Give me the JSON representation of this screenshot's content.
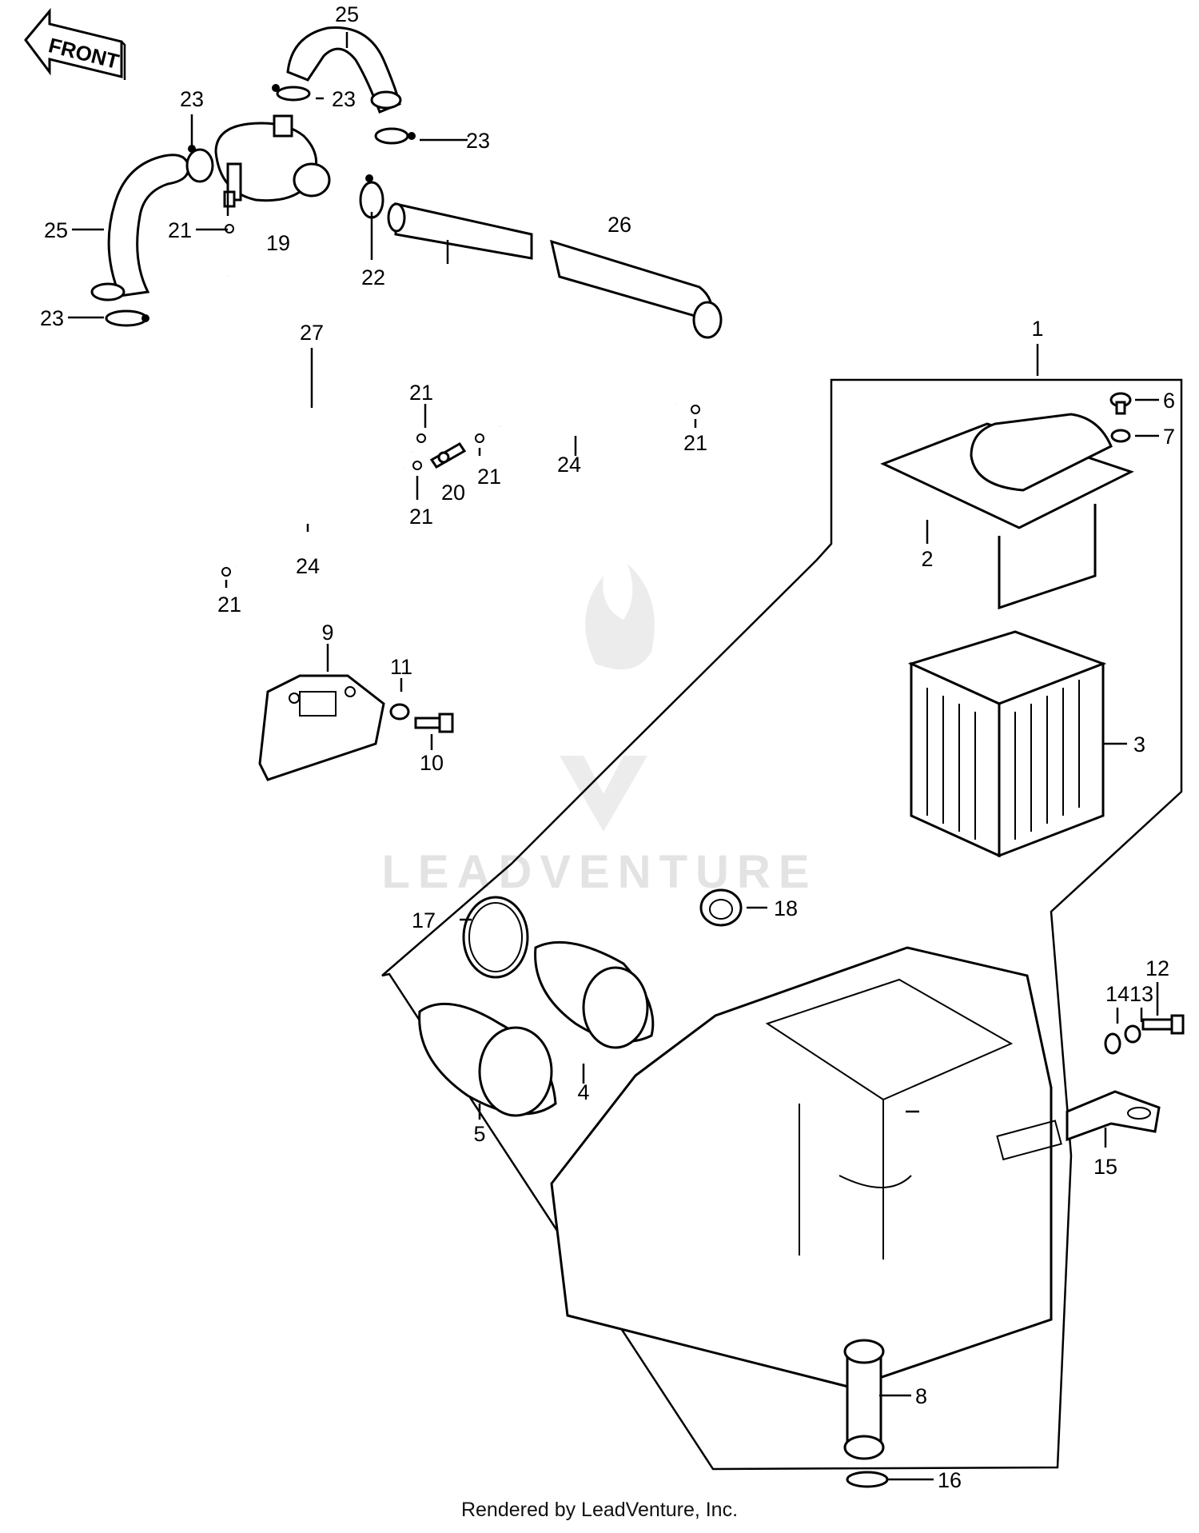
{
  "diagram": {
    "orientation_label": "FRONT",
    "watermark": "LEADVENTURE",
    "footer": "Rendered by LeadVenture, Inc.",
    "callouts": [
      {
        "id": "c1",
        "text": "1"
      },
      {
        "id": "c2",
        "text": "2"
      },
      {
        "id": "c3",
        "text": "3"
      },
      {
        "id": "c4",
        "text": "4"
      },
      {
        "id": "c5",
        "text": "5"
      },
      {
        "id": "c6",
        "text": "6"
      },
      {
        "id": "c7",
        "text": "7"
      },
      {
        "id": "c8",
        "text": "8"
      },
      {
        "id": "c9",
        "text": "9"
      },
      {
        "id": "c10",
        "text": "10"
      },
      {
        "id": "c11",
        "text": "11"
      },
      {
        "id": "c12",
        "text": "12"
      },
      {
        "id": "c13",
        "text": "13"
      },
      {
        "id": "c14",
        "text": "14"
      },
      {
        "id": "c15",
        "text": "15"
      },
      {
        "id": "c16",
        "text": "16"
      },
      {
        "id": "c17",
        "text": "17"
      },
      {
        "id": "c18",
        "text": "18"
      },
      {
        "id": "c19",
        "text": "19"
      },
      {
        "id": "c20",
        "text": "20"
      },
      {
        "id": "c21a",
        "text": "21"
      },
      {
        "id": "c21b",
        "text": "21"
      },
      {
        "id": "c21c",
        "text": "21"
      },
      {
        "id": "c21d",
        "text": "21"
      },
      {
        "id": "c21e",
        "text": "21"
      },
      {
        "id": "c21f",
        "text": "21"
      },
      {
        "id": "c22",
        "text": "22"
      },
      {
        "id": "c23a",
        "text": "23"
      },
      {
        "id": "c23b",
        "text": "23"
      },
      {
        "id": "c23c",
        "text": "23"
      },
      {
        "id": "c23d",
        "text": "23"
      },
      {
        "id": "c24a",
        "text": "24"
      },
      {
        "id": "c24b",
        "text": "24"
      },
      {
        "id": "c25a",
        "text": "25"
      },
      {
        "id": "c25b",
        "text": "25"
      },
      {
        "id": "c26",
        "text": "26"
      },
      {
        "id": "c27",
        "text": "27"
      }
    ]
  }
}
